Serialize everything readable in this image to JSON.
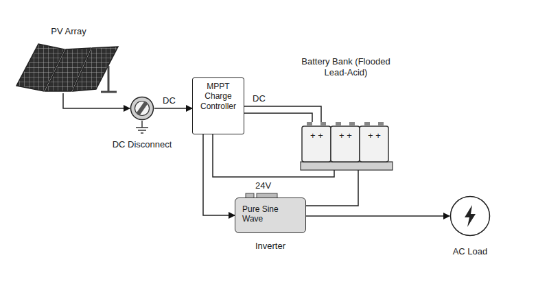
{
  "diagram": {
    "nodes": [
      {
        "text": [
          "PV Array"
        ]
      },
      {
        "text": [
          "DC Disconnect"
        ]
      },
      {
        "text": [
          "MPPT Charge Controller"
        ]
      },
      {
        "text": [
          "Battery Bank (Flooded Lead-Acid)"
        ]
      },
      {
        "text": [
          "Pure Sine Wave",
          "Inverter"
        ]
      },
      {
        "text": [
          "AC Load"
        ]
      }
    ],
    "edges": [
      {
        "from": 0,
        "to": 1,
        "arrow": "to"
      },
      {
        "from": 1,
        "to": 2,
        "label": "DC",
        "arrow": "to"
      },
      {
        "from": 2,
        "to": 3,
        "label": "DC",
        "arrow": "none"
      },
      {
        "from": 2,
        "to": 4,
        "arrow": "to"
      },
      {
        "from": 3,
        "to": 4,
        "arrow": "none"
      },
      {
        "from": 4,
        "to": 5,
        "arrow": "to"
      }
    ],
    "labels": [
      "24V",
      "+ +",
      "+ +",
      "+ +"
    ]
  }
}
